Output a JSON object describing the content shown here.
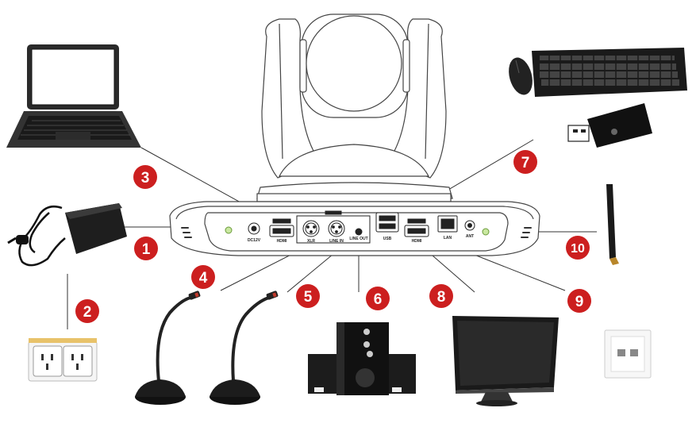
{
  "callouts": [
    "1",
    "2",
    "3",
    "4",
    "5",
    "6",
    "7",
    "8",
    "9",
    "10"
  ],
  "ports": {
    "dc": "DC12V",
    "hdmi_in": "HDMI",
    "xlr": "XLR",
    "line_in": "LINE IN",
    "line_out": "LINE OUT",
    "usb": "USB",
    "hdmi_out": "HDMI",
    "lan": "LAN",
    "ant": "ANT"
  },
  "colors": {
    "badge": "#cc1f1f",
    "line": "#333333",
    "device_dark": "#1d1d1d",
    "camera_body": "#ffffff"
  },
  "devices": {
    "laptop": "laptop-icon",
    "power_adapter": "power-adapter-icon",
    "power_outlet": "power-outlet-icon",
    "microphones": "gooseneck-microphone-icon",
    "speakers": "speaker-system-icon",
    "monitor": "monitor-icon",
    "keyboard_mouse": "keyboard-mouse-icon",
    "usb_drive": "usb-drive-icon",
    "antenna": "antenna-icon",
    "network_jack": "network-wall-jack-icon"
  }
}
